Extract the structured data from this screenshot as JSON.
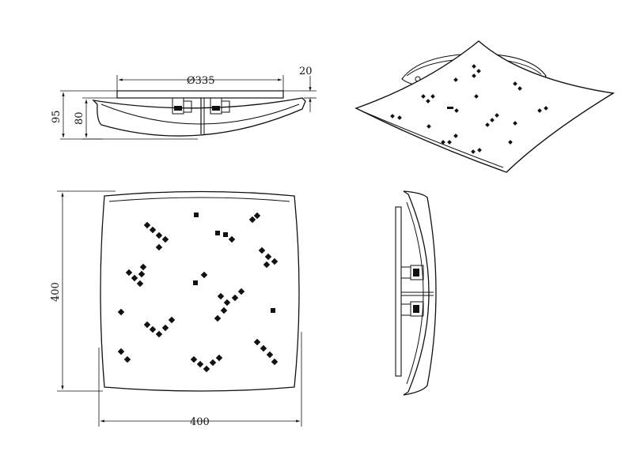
{
  "dimensions": {
    "diameter": "Ø335",
    "height_total": "95",
    "height_shade": "80",
    "mount_depth": "20",
    "height_front": "400",
    "width_front": "400"
  },
  "colors": {
    "line": "#111111",
    "shade_fill": "#ffffff",
    "background": "#ffffff"
  }
}
